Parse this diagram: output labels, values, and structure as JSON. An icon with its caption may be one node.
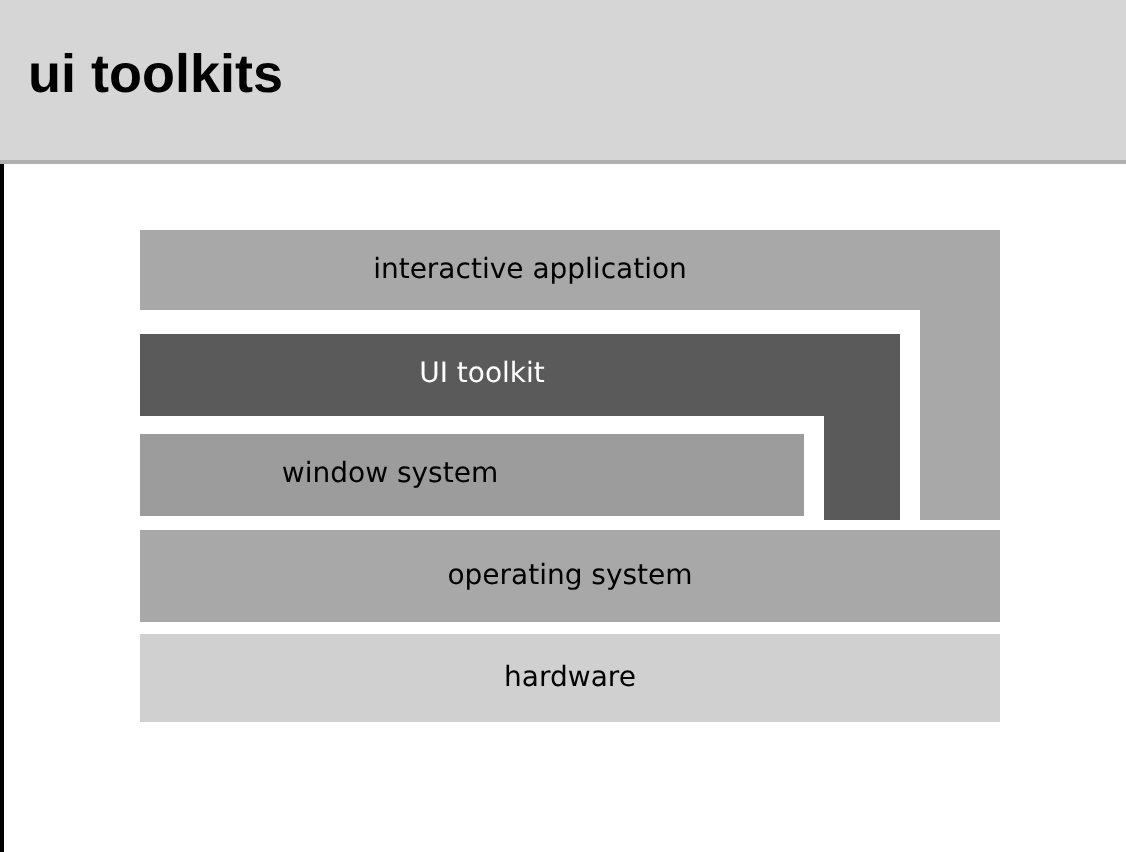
{
  "diagram": {
    "title": "ui toolkits",
    "nodes": [
      {
        "text": [
          "interactive application"
        ]
      },
      {
        "text": [
          "UI toolkit"
        ]
      },
      {
        "text": [
          "window system"
        ]
      },
      {
        "text": [
          "operating system"
        ]
      },
      {
        "text": [
          "hardware"
        ]
      }
    ]
  }
}
